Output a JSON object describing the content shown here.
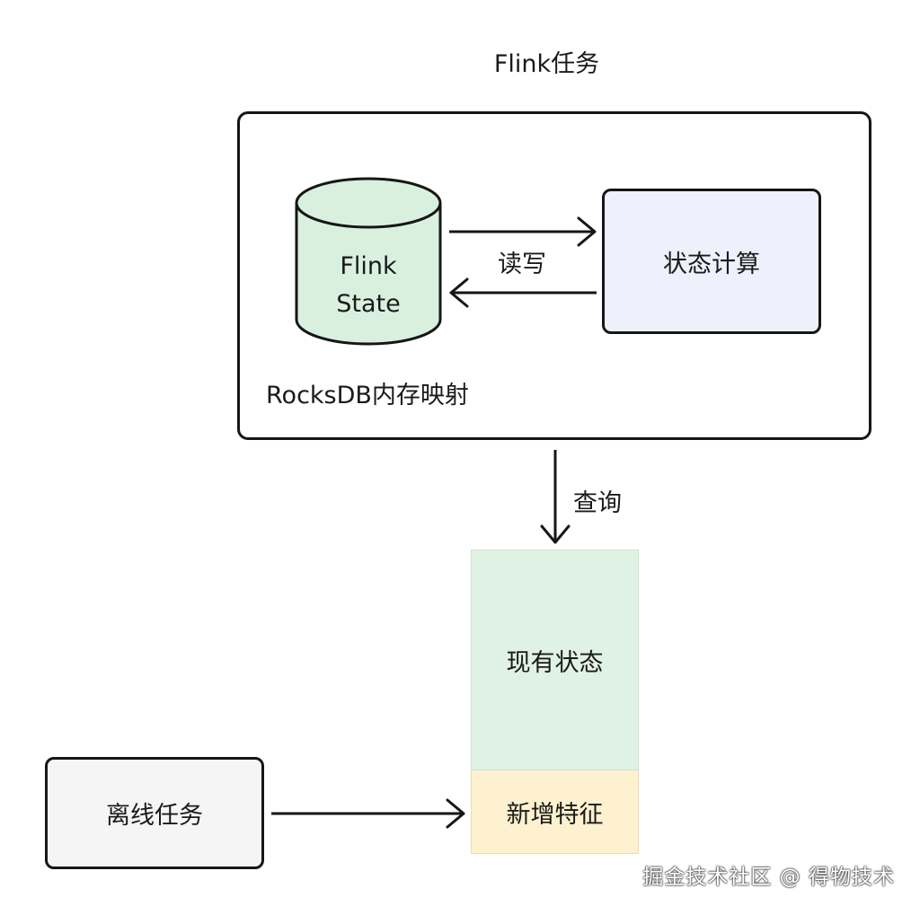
{
  "title": "Flink任务",
  "flink_state": {
    "line1": "Flink",
    "line2": "State"
  },
  "state_compute": "状态计算",
  "read_write": "读写",
  "rocksdb": "RocksDB内存映射",
  "query": "查询",
  "current_state": "现有状态",
  "new_feature": "新增特征",
  "offline_task": "离线任务",
  "watermark": "掘金技术社区 @ 得物技术",
  "colors": {
    "cylinder_fill": "#d9f0df",
    "compute_fill": "#eef0fc",
    "current_state_fill": "#e0f2e3",
    "new_feature_fill": "#fdf1cf",
    "offline_fill": "#f5f5f5",
    "stroke": "#161616"
  }
}
